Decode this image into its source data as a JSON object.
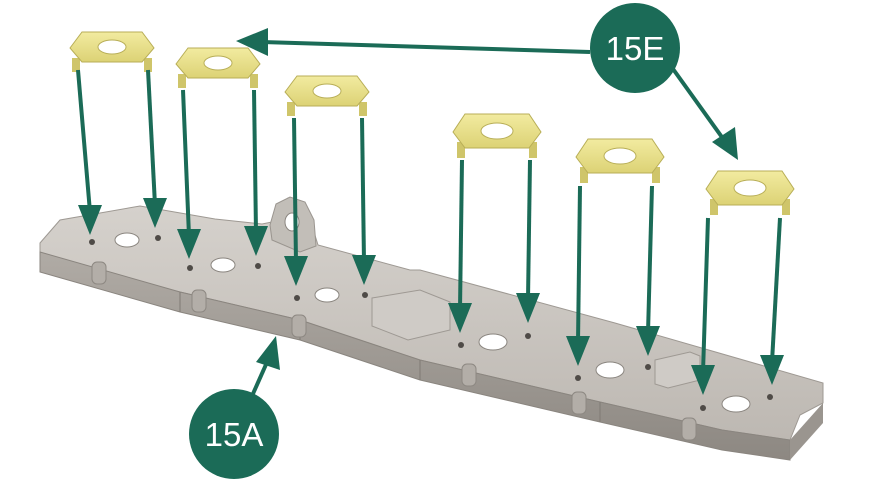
{
  "labels": {
    "bushing_part": "15E",
    "base_part": "15A"
  },
  "colors": {
    "arrow": "#1b6b57",
    "callout": "#1b6b57",
    "bushing": "#e9df86",
    "bushing_shade": "#c9bf62",
    "metal_top": "#c9c5c0",
    "metal_side": "#a29d97",
    "metal_dark": "#8a857f"
  },
  "icons": [
    "down-arrow-icon",
    "pointer-arrow-icon"
  ],
  "counts": {
    "bushings": 6,
    "insertion_arrows": 12
  }
}
